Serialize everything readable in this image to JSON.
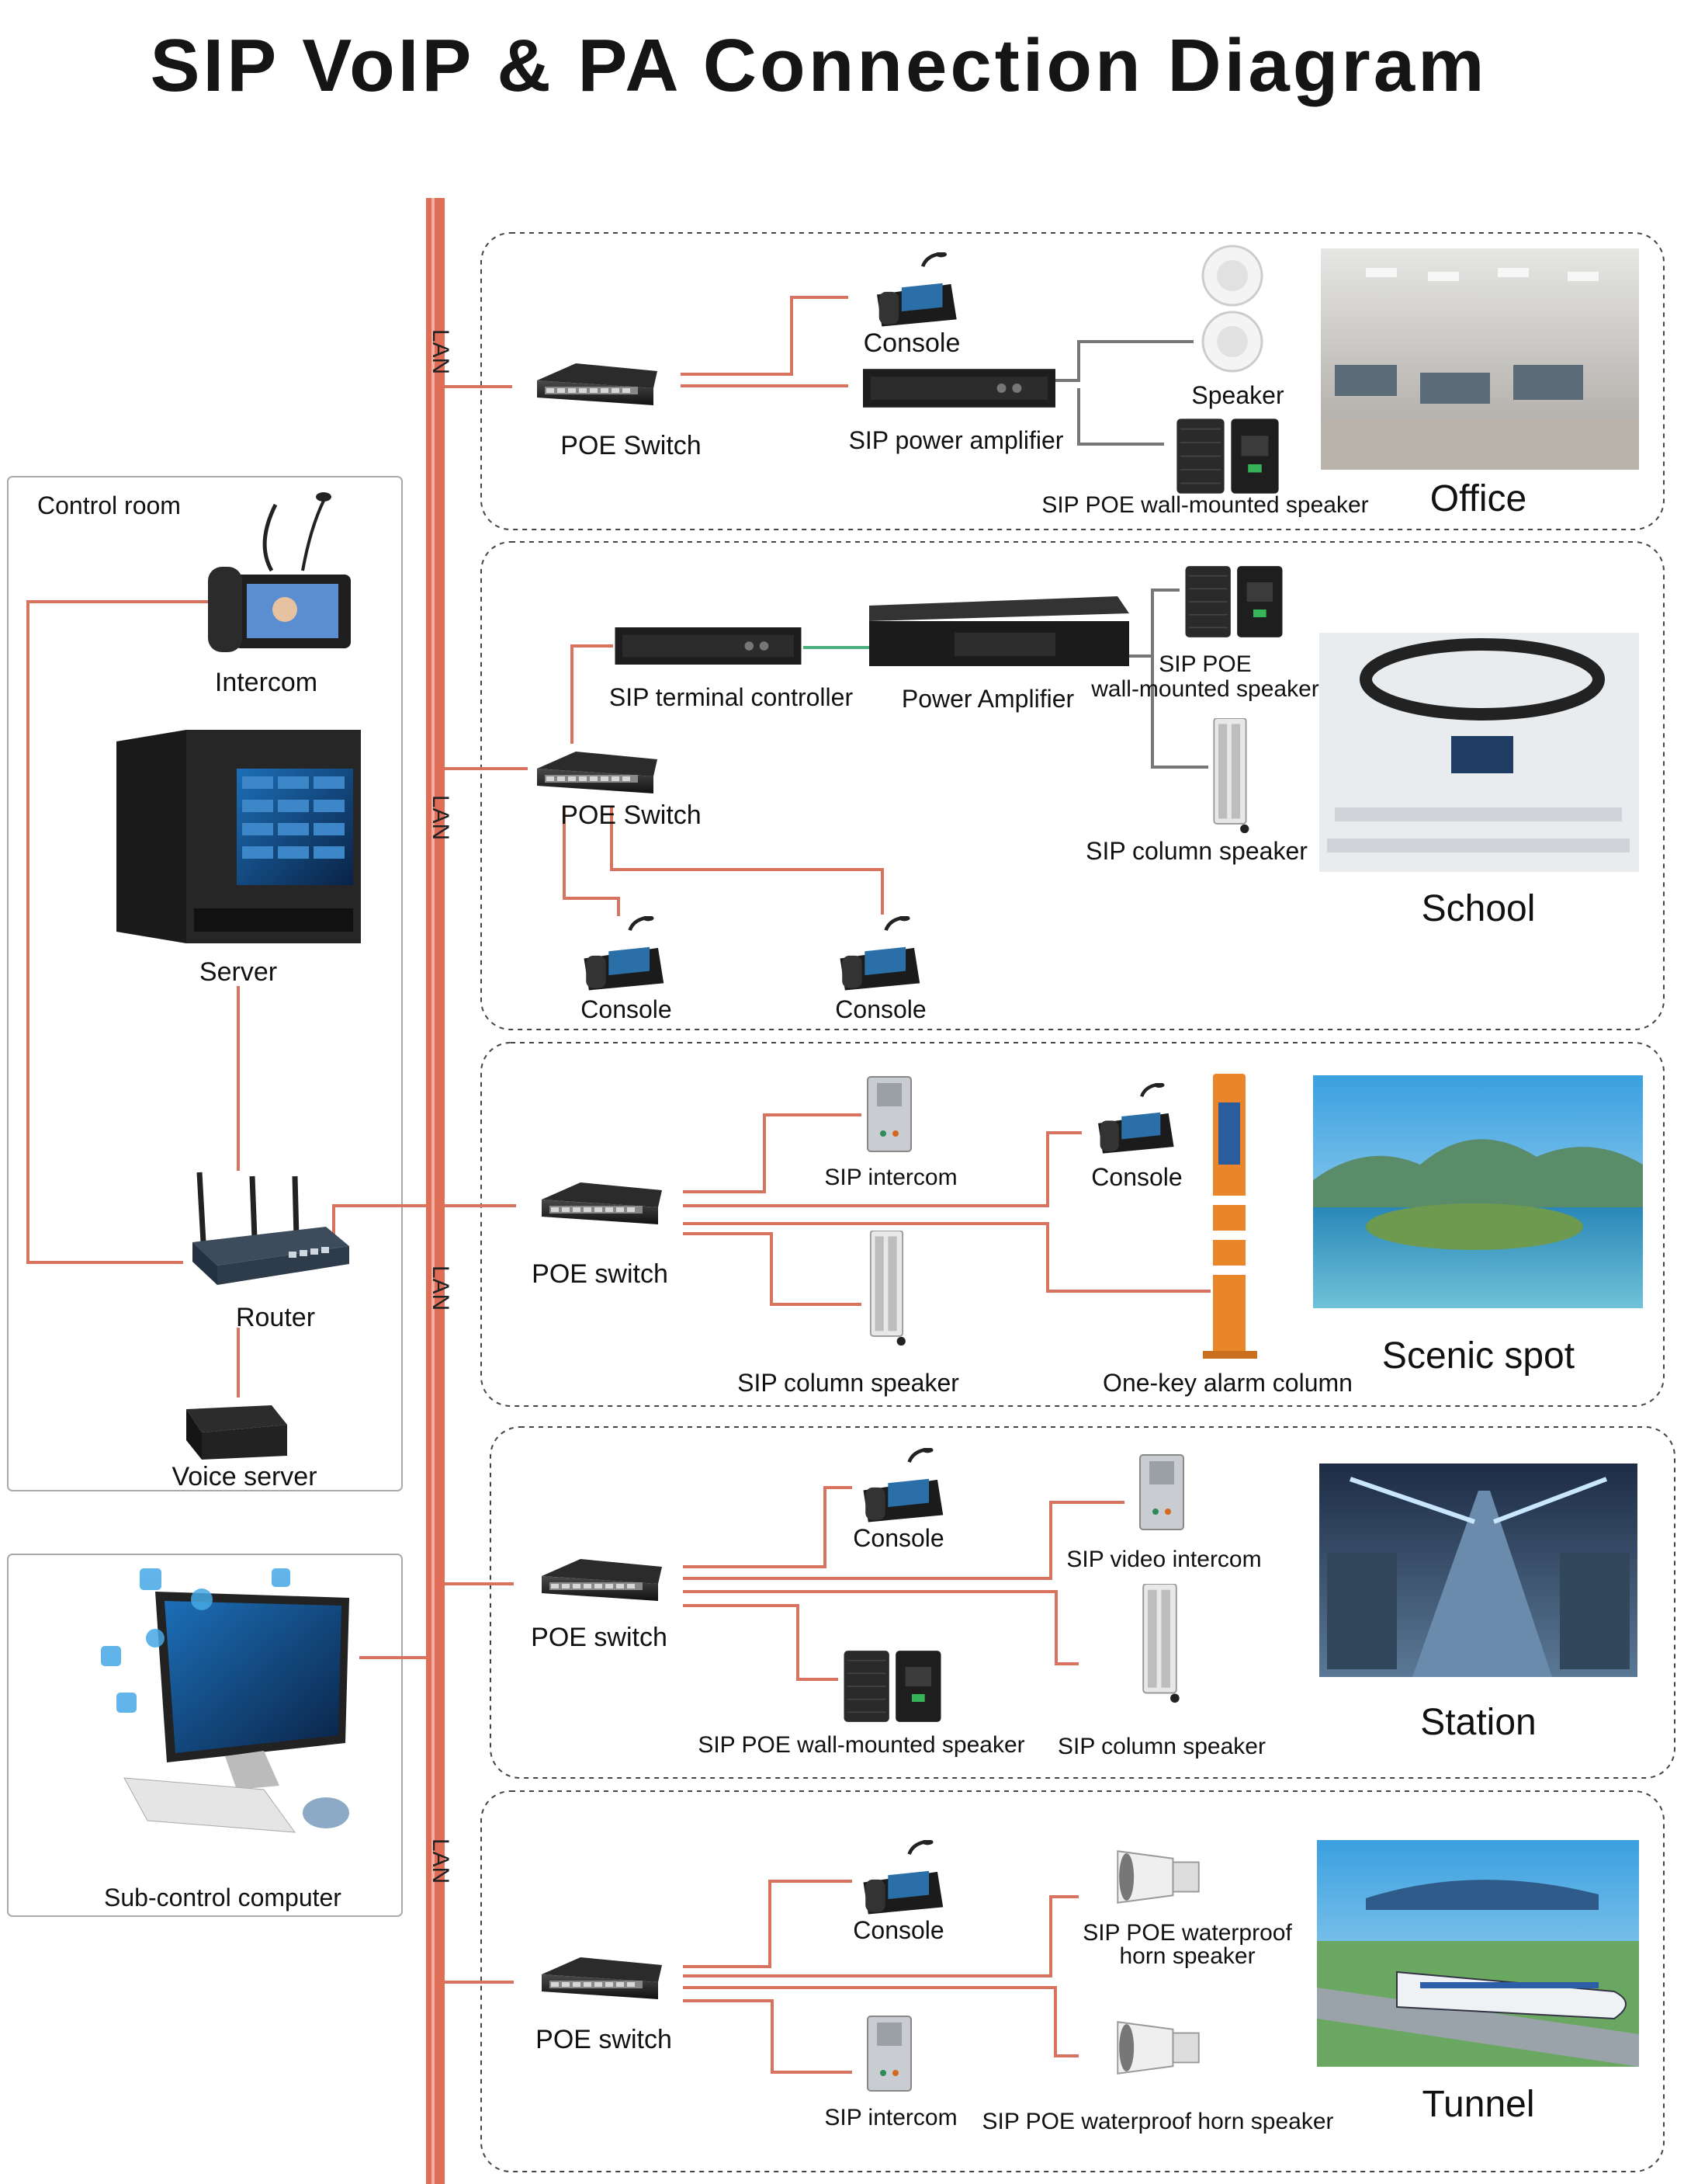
{
  "title": "SIP VoIP & PA  Connection Diagram",
  "backbone_label": "LAN",
  "colors": {
    "wire": "#d8735f",
    "backbone": "#e06e56",
    "grey_wire": "#777777",
    "green_wire": "#4caf7d",
    "box_border": "#555555"
  },
  "control_room": {
    "label": "Control room",
    "devices": [
      "Intercom",
      "Server",
      "Router",
      "Voice server"
    ]
  },
  "sub_control": {
    "label": "Sub-control computer"
  },
  "sections": {
    "office": {
      "scene": "Office",
      "switch": "POE Switch",
      "console": "Console",
      "amplifier": "SIP power amplifier",
      "speaker": "Speaker",
      "wall_speaker": "SIP POE wall-mounted speaker"
    },
    "school": {
      "scene": "School",
      "terminal_controller": "SIP terminal controller",
      "power_amplifier": "Power Amplifier",
      "wall_speaker_1": "SIP POE",
      "wall_speaker_2": "wall-mounted speaker",
      "switch": "POE Switch",
      "column_speaker": "SIP column speaker",
      "console_a": "Console",
      "console_b": "Console"
    },
    "scenic": {
      "scene": "Scenic spot",
      "switch": "POE switch",
      "intercom": "SIP intercom",
      "console": "Console",
      "column_speaker": "SIP  column speaker",
      "alarm_column": "One-key alarm column"
    },
    "station": {
      "scene": "Station",
      "switch": "POE switch",
      "console": "Console",
      "video_intercom": "SIP video intercom",
      "wall_speaker": "SIP POE wall-mounted speaker",
      "column_speaker": "SIP column speaker"
    },
    "tunnel": {
      "scene": "Tunnel",
      "switch": "POE  switch",
      "console": "Console",
      "horn_1": "SIP POE waterproof",
      "horn_2": "horn speaker",
      "intercom": "SIP intercom",
      "horn_speaker": "SIP POE waterproof horn speaker"
    }
  }
}
